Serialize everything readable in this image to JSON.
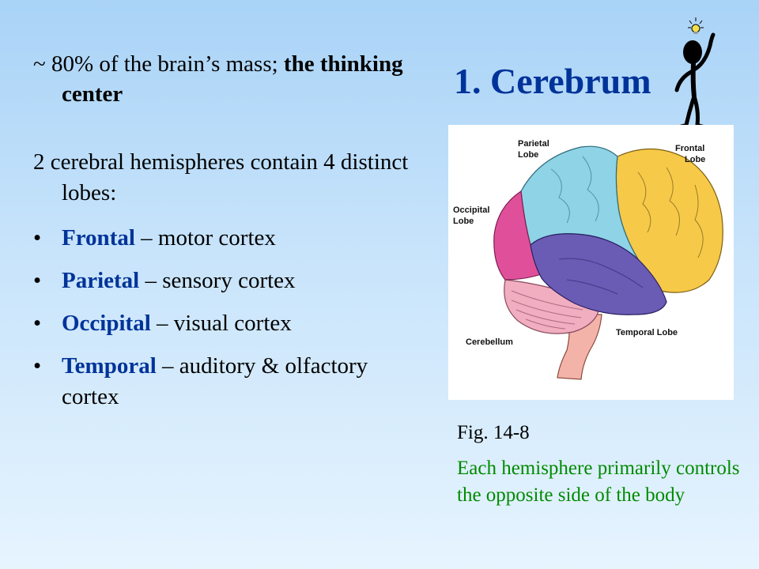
{
  "slide": {
    "title": "1. Cerebrum",
    "intro": {
      "prefix": "~ 80% of the brain’s mass; ",
      "emphasis": "the thinking center"
    },
    "hemispheres_text": "2 cerebral hemispheres contain 4 distinct lobes:",
    "lobes": [
      {
        "name": "Frontal",
        "sep": " – ",
        "desc": "motor cortex"
      },
      {
        "name": "Parietal",
        "sep": " – ",
        "desc": "sensory cortex"
      },
      {
        "name": "Occipital",
        "sep": " – ",
        "desc": "visual cortex"
      },
      {
        "name": "Temporal",
        "sep": " – ",
        "desc": "auditory & olfactory cortex"
      }
    ],
    "bullet": "•",
    "figure": {
      "label": "Fig. 14-8",
      "caption": "Each hemisphere primarily controls the opposite side of the body",
      "labels": {
        "parietal_1": "Parietal",
        "parietal_2": "Lobe",
        "frontal_1": "Frontal",
        "frontal_2": "Lobe",
        "occipital_1": "Occipital",
        "occipital_2": "Lobe",
        "temporal": "Temporal Lobe",
        "cerebellum": "Cerebellum"
      }
    },
    "colors": {
      "title": "#003399",
      "lobe_name": "#003399",
      "caption": "#008a00",
      "frontal": "#f7c948",
      "parietal": "#8ed3e6",
      "occipital": "#e0509a",
      "temporal": "#6a5bb5",
      "cerebellum": "#f0aec0",
      "brainstem": "#f3b3a8"
    },
    "icons": [
      "thinking-stick-figure-icon",
      "lightbulb-icon"
    ]
  }
}
